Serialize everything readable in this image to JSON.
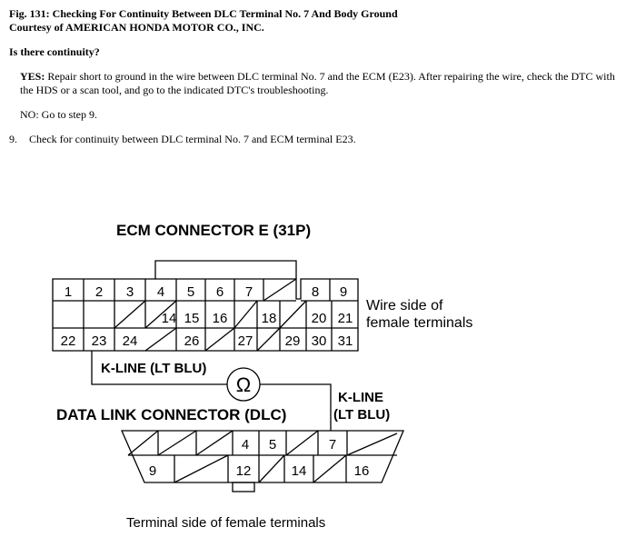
{
  "document": {
    "figure_title": "Fig. 131: Checking For Continuity Between DLC Terminal No. 7 And Body Ground",
    "courtesy": "Courtesy of AMERICAN HONDA MOTOR CO., INC.",
    "question": "Is there continuity?",
    "yes_label": "YES:",
    "yes_text": " Repair short to ground in the wire between DLC terminal No. 7 and the ECM (E23). After repairing the wire, check the DTC with the HDS or a scan tool, and go to the indicated DTC's troubleshooting.",
    "no_label": "NO:",
    "no_text": " Go to step 9.",
    "step_number": "9.",
    "step_text": "Check for continuity between DLC terminal No. 7 and ECM terminal E23."
  },
  "diagram": {
    "ecm_title": "ECM CONNECTOR E (31P)",
    "ecm_row1": [
      "1",
      "2",
      "3",
      "4",
      "5",
      "6",
      "7",
      "",
      "8",
      "9"
    ],
    "ecm_row2": [
      "",
      "",
      "",
      "14",
      "15",
      "16",
      "",
      "18",
      "",
      "20",
      "21"
    ],
    "ecm_row3": [
      "22",
      "23",
      "24",
      "",
      "26",
      "",
      "27",
      "",
      "29",
      "30",
      "31"
    ],
    "wire_side_line1": "Wire side of",
    "wire_side_line2": "female terminals",
    "kline_left": "K-LINE (LT BLU)",
    "kline_right_line1": "K-LINE",
    "kline_right_line2": "(LT BLU)",
    "ohm_symbol": "Ω",
    "dlc_title": "DATA LINK CONNECTOR (DLC)",
    "dlc_row1": [
      "",
      "",
      "",
      "4",
      "5",
      "",
      "7",
      ""
    ],
    "dlc_row2": [
      "9",
      "",
      "12",
      "",
      "14",
      "",
      "16"
    ],
    "terminal_side": "Terminal side of female terminals"
  }
}
